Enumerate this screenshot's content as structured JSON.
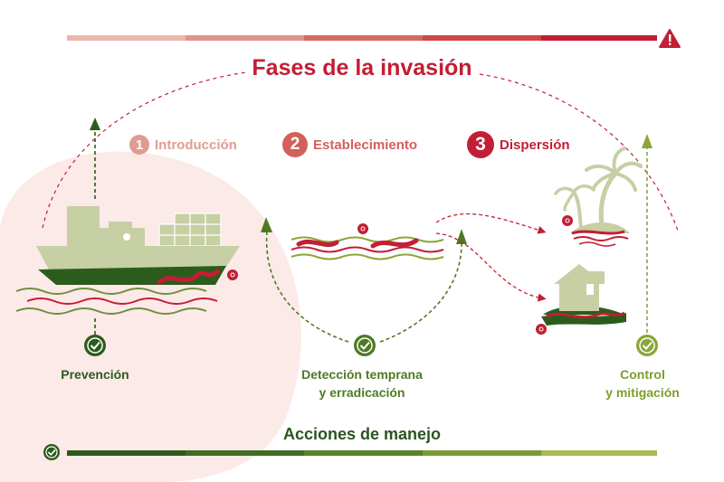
{
  "title": "Fases de la invasión",
  "phases": [
    {
      "number": "1",
      "label": "Introducción"
    },
    {
      "number": "2",
      "label": "Establecimiento"
    },
    {
      "number": "3",
      "label": "Dispersión"
    }
  ],
  "actions": {
    "prevention": "Prevención",
    "early_detection_line1": "Detección temprana",
    "early_detection_line2": "y erradicación",
    "control_line1": "Control",
    "control_line2": "y mitigación"
  },
  "management_label": "Acciones de manejo",
  "colors": {
    "invasion_red": "#c21e35",
    "phase1": "#e09c92",
    "phase2": "#d2605b",
    "dark_green": "#2b5c1c",
    "olive_green": "#8aa637",
    "sage": "#c7cfa4",
    "soft_pink_background": "#fbeae8"
  },
  "icons": [
    "warning-icon",
    "check-circle-icon",
    "cargo-ship-icon",
    "waves-icon",
    "palm-island-icon",
    "house-icon",
    "invasive-species-marker-icon"
  ]
}
